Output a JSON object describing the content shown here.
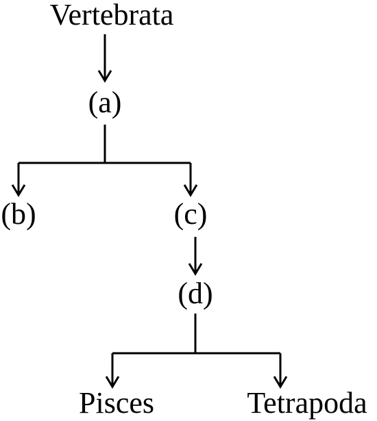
{
  "diagram": {
    "nodes": {
      "vertebrata": "Vertebrata",
      "a": "(a)",
      "b": "(b)",
      "c": "(c)",
      "d": "(d)",
      "pisces": "Pisces",
      "tetrapoda": "Tetrapoda"
    }
  }
}
